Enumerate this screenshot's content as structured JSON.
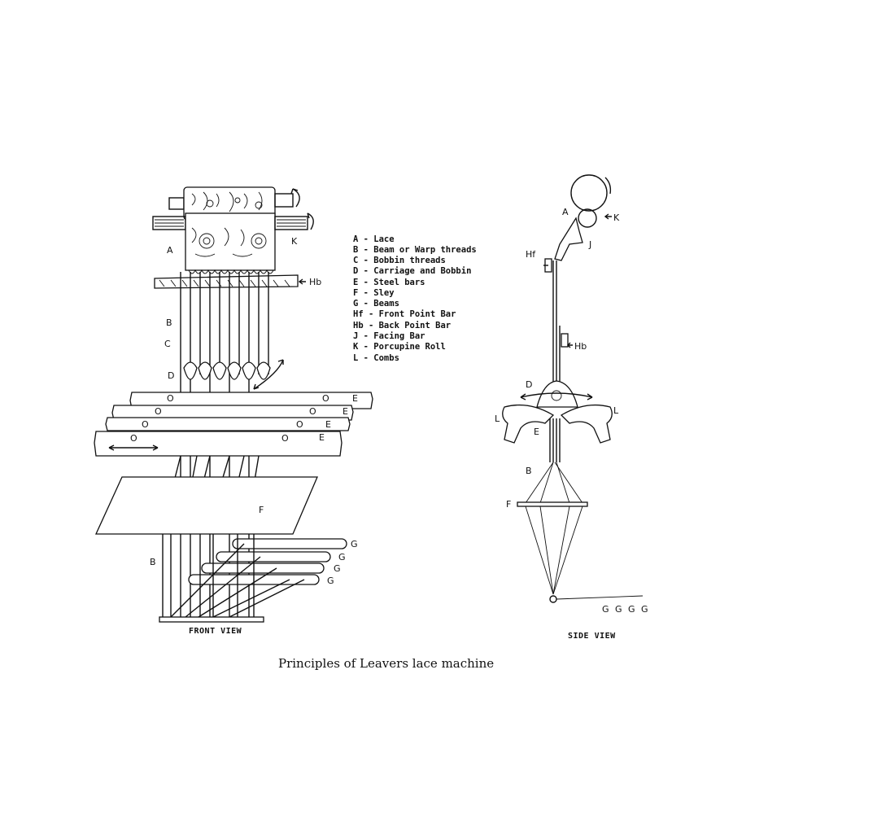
{
  "front_view": {
    "title": "FRONT VIEW",
    "labels": {
      "A": "A",
      "B_top": "B",
      "C": "C",
      "D": "D",
      "E": "E",
      "F": "F",
      "G": "G",
      "B_bottom": "B",
      "Hb": "Hb",
      "K": "K",
      "bar_marks": "O"
    }
  },
  "side_view": {
    "title": "SIDE VIEW",
    "labels": {
      "A": "A",
      "K": "K",
      "J": "J",
      "Hf": "Hf",
      "Hb": "Hb",
      "D": "D",
      "L": "L",
      "E": "E",
      "B": "B",
      "F": "F",
      "G": "G"
    }
  },
  "legend": [
    "A - Lace",
    "B - Beam or Warp threads",
    "C - Bobbin threads",
    "D - Carriage and Bobbin",
    "E - Steel bars",
    "F - Sley",
    "G - Beams",
    "Hf - Front Point Bar",
    "Hb - Back Point Bar",
    "J - Facing Bar",
    "K - Porcupine Roll",
    "L - Combs"
  ],
  "caption": "Principles of Leavers lace machine"
}
